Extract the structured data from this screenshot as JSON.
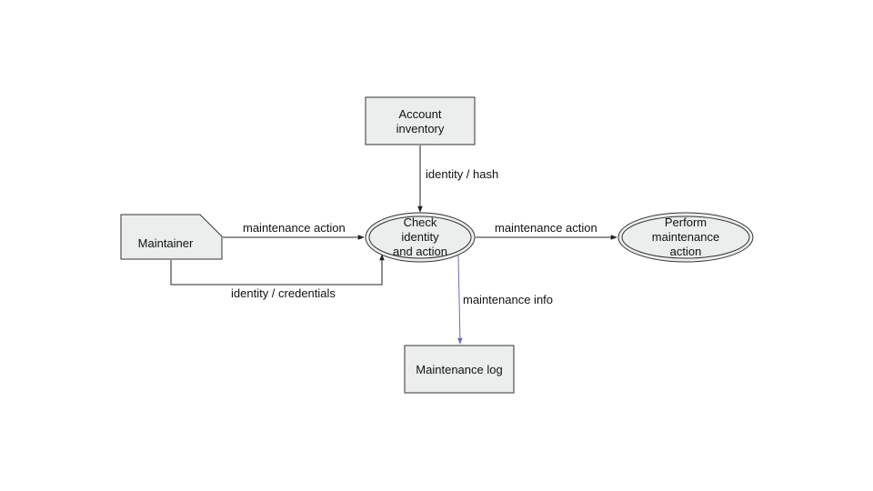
{
  "nodes": {
    "account_inventory": {
      "lines": [
        "Account",
        "inventory"
      ]
    },
    "maintainer": {
      "lines": [
        "Maintainer"
      ]
    },
    "check_identity": {
      "lines": [
        "Check",
        "identity",
        "and action"
      ]
    },
    "perform_maintenance": {
      "lines": [
        "Perform",
        "maintenance",
        "action"
      ]
    },
    "maintenance_log": {
      "lines": [
        "Maintenance log"
      ]
    }
  },
  "edges": {
    "inventory_to_check": "identity / hash",
    "maintainer_to_check": "maintenance action",
    "maintainer_credentials": "identity / credentials",
    "check_to_perform": "maintenance action",
    "check_to_log": "maintenance info"
  },
  "colors": {
    "node_fill": "#eceeee",
    "stroke": "#333333",
    "log_edge": "#6b6bb5"
  }
}
